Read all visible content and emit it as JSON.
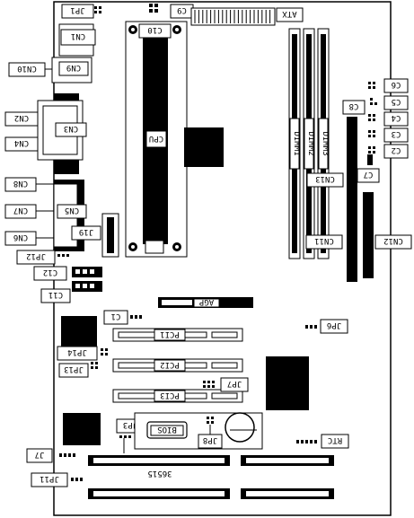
{
  "labels": {
    "JP1": "JP1",
    "C9": "C9",
    "ATX": "ATX",
    "C10": "C10",
    "CN1": "CN1",
    "CN9": "CN9",
    "CN10": "CN10",
    "CN2": "CN2",
    "CN3": "CN3",
    "CN4": "CN4",
    "CN8": "CN8",
    "CN5": "CN5",
    "CN7": "CN7",
    "CN6": "CN6",
    "J19": "J19",
    "JP12": "JP12",
    "C12": "C12",
    "C11": "C11",
    "CPU": "CPU",
    "C6": "C6",
    "C5": "C5",
    "C8": "C8",
    "C4": "C4",
    "C3": "C3",
    "C2": "C2",
    "C7": "C7",
    "CN13": "CN13",
    "CN11": "CN11",
    "CN12": "CN12",
    "DIMM1": "DIMM1",
    "DIMM2": "DIMM2",
    "DIMM3": "DIMM3",
    "AGP": "AGP",
    "C1": "C1",
    "JP6": "JP6",
    "PCI1": "PCI1",
    "PCI2": "PCI2",
    "PCI3": "PCI3",
    "JP14": "JP14",
    "JP13": "JP13",
    "JP7": "JP7",
    "JP3": "JP3",
    "BIOS": "BIOS",
    "JP8": "JP8",
    "RTC": "RTC",
    "J7": "J7",
    "JP11": "JP11",
    "board_code": "36515"
  }
}
